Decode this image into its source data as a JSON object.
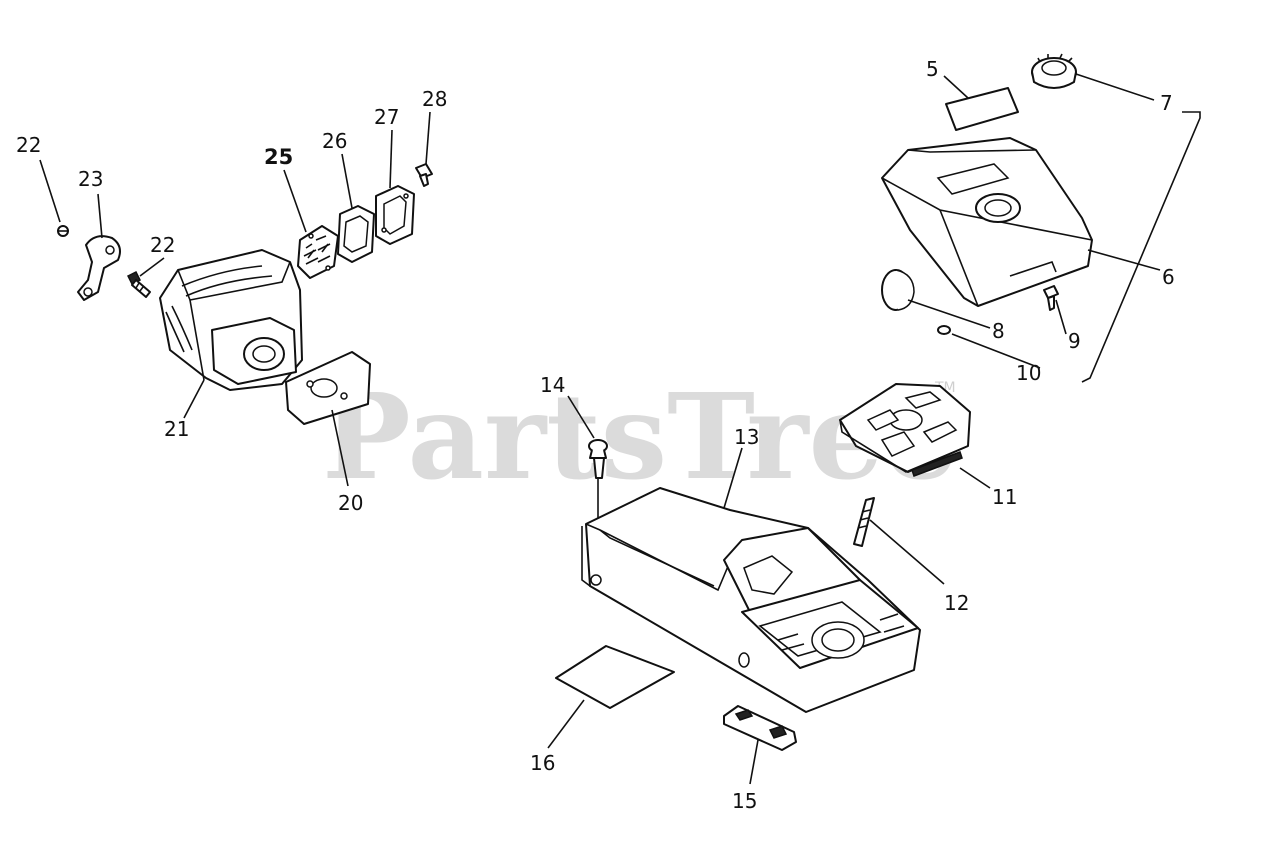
{
  "watermark": {
    "text": "PartsTree",
    "tm": "TM"
  },
  "callouts": {
    "n5": "5",
    "n6": "6",
    "n7": "7",
    "n8": "8",
    "n9": "9",
    "n10": "10",
    "n11": "11",
    "n12": "12",
    "n13": "13",
    "n14": "14",
    "n15": "15",
    "n16": "16",
    "n20": "20",
    "n21": "21",
    "n22a": "22",
    "n22b": "22",
    "n23": "23",
    "n25": "25",
    "n26": "26",
    "n27": "27",
    "n28": "28"
  },
  "colors": {
    "line": "#111111",
    "background": "#ffffff",
    "watermark": "#cfcfcf"
  }
}
